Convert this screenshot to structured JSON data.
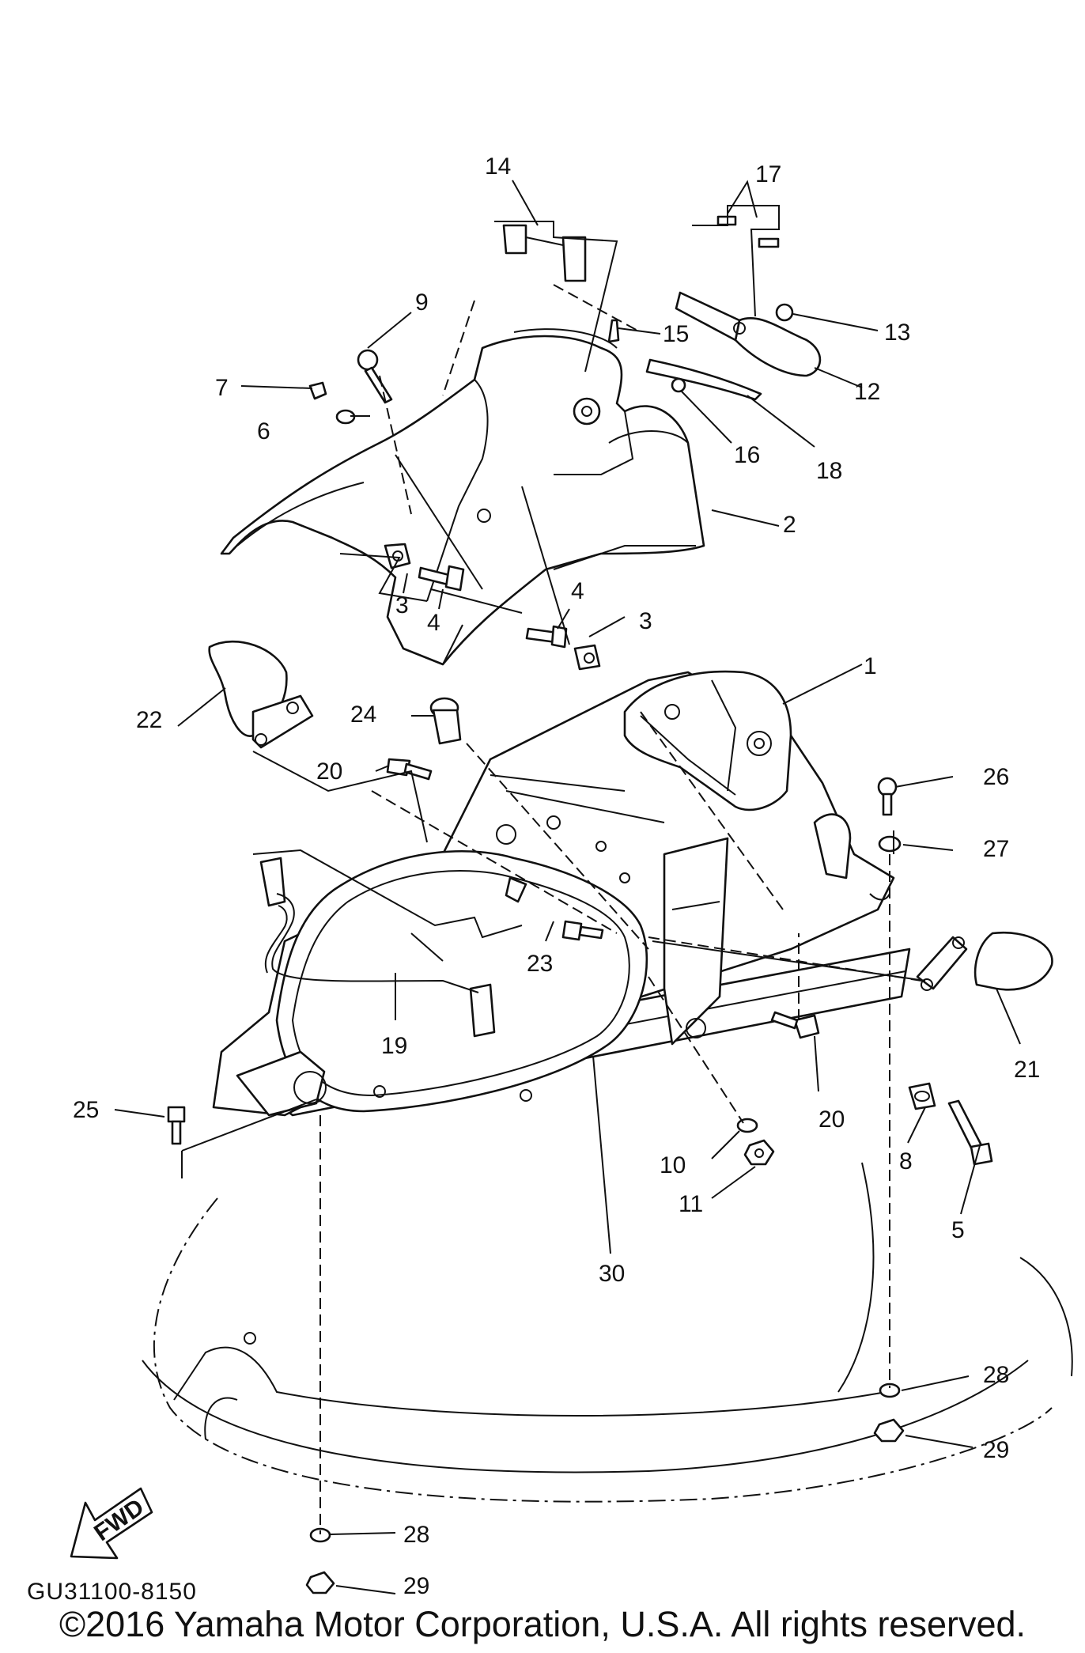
{
  "diagram": {
    "callouts": [
      "1",
      "2",
      "3",
      "3",
      "4",
      "4",
      "5",
      "6",
      "7",
      "8",
      "9",
      "10",
      "11",
      "12",
      "13",
      "14",
      "15",
      "16",
      "17",
      "18",
      "19",
      "20",
      "20",
      "21",
      "22",
      "23",
      "24",
      "25",
      "26",
      "27",
      "28",
      "28",
      "29",
      "29",
      "30"
    ],
    "fwd_label": "FWD",
    "code": "GU31100-8150"
  },
  "footer": {
    "copyright": "©2016 Yamaha Motor Corporation, U.S.A. All rights reserved."
  }
}
